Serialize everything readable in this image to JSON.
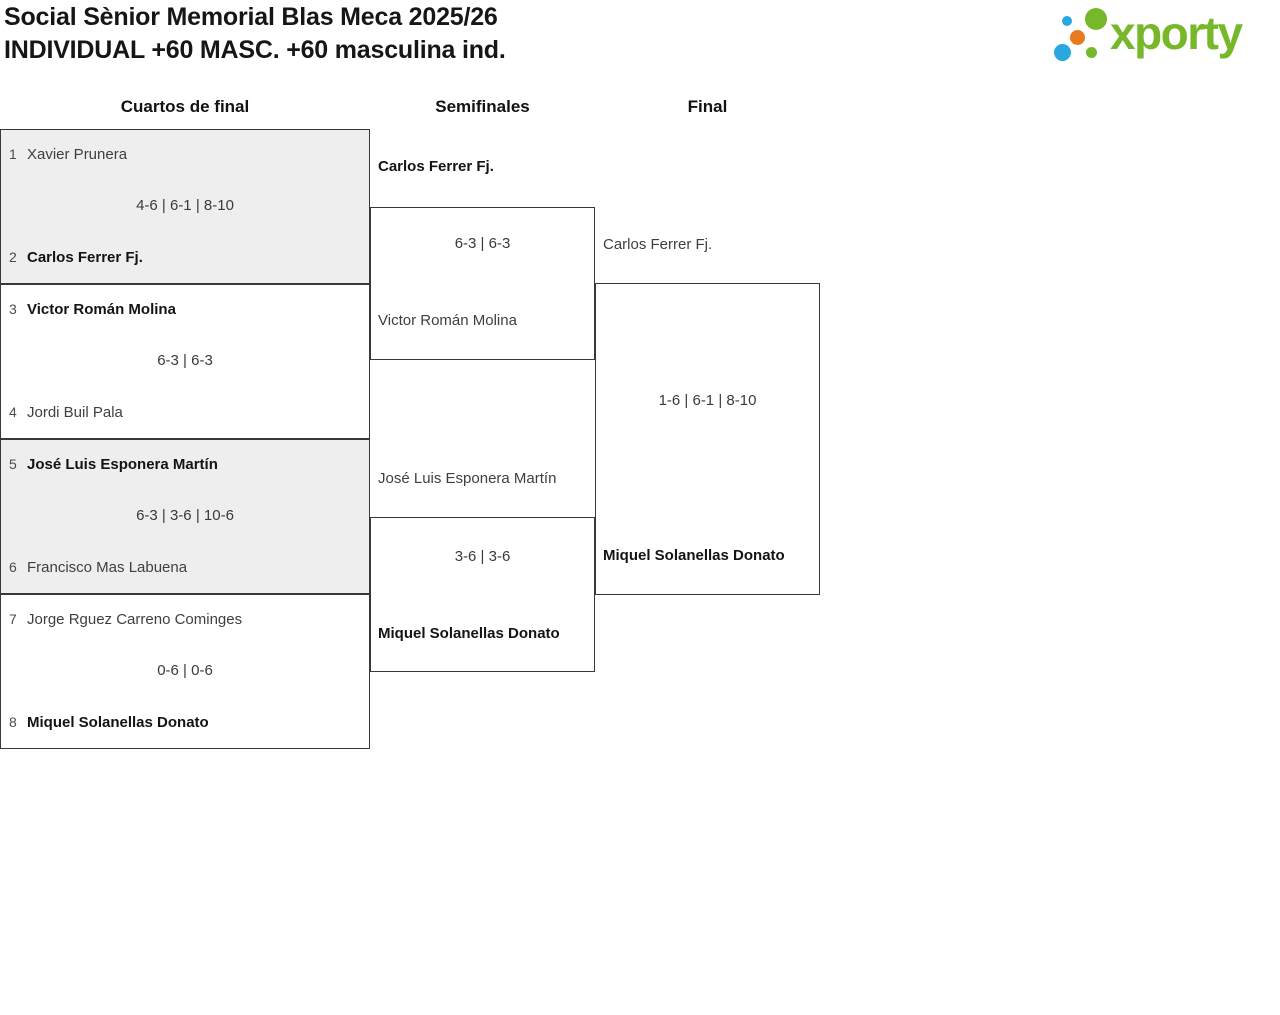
{
  "header": {
    "title_line1": "Social Sènior Memorial Blas Meca 2025/26",
    "title_line2": "INDIVIDUAL +60 MASC. +60 masculina ind.",
    "logo_text": "xporty"
  },
  "colors": {
    "logo_green": "#76b82a",
    "logo_blue": "#29a8e0",
    "logo_orange": "#e8791e",
    "shaded_card_fill": "#eeeeee",
    "card_border": "#383838"
  },
  "bracket": {
    "rounds": [
      {
        "label": "Cuartos de final",
        "matches": [
          {
            "seed1": "1",
            "p1": "Xavier Prunera",
            "score": "4-6 | 6-1 | 8-10",
            "seed2": "2",
            "p2": "Carlos Ferrer Fj.",
            "winner": "p2"
          },
          {
            "seed1": "3",
            "p1": "Victor Román Molina",
            "score": "6-3 | 6-3",
            "seed2": "4",
            "p2": "Jordi Buil Pala",
            "winner": "p1"
          },
          {
            "seed1": "5",
            "p1": "José Luis Esponera Martín",
            "score": "6-3 | 3-6 | 10-6",
            "seed2": "6",
            "p2": "Francisco Mas Labuena",
            "winner": "p1"
          },
          {
            "seed1": "7",
            "p1": "Jorge Rguez Carreno Cominges",
            "score": "0-6 | 0-6",
            "seed2": "8",
            "p2": "Miquel Solanellas Donato",
            "winner": "p2"
          }
        ]
      },
      {
        "label": "Semifinales",
        "matches": [
          {
            "p1": "Carlos Ferrer Fj.",
            "score": "6-3 | 6-3",
            "p2": "Victor Román Molina",
            "winner": "p1"
          },
          {
            "p1": "José Luis Esponera Martín",
            "score": "3-6 | 3-6",
            "p2": "Miquel Solanellas Donato",
            "winner": "p2"
          }
        ]
      },
      {
        "label": "Final",
        "matches": [
          {
            "p1": "Carlos Ferrer Fj.",
            "score": "1-6 | 6-1 | 8-10",
            "p2": "Miquel Solanellas Donato",
            "winner": "p2"
          }
        ]
      }
    ]
  }
}
